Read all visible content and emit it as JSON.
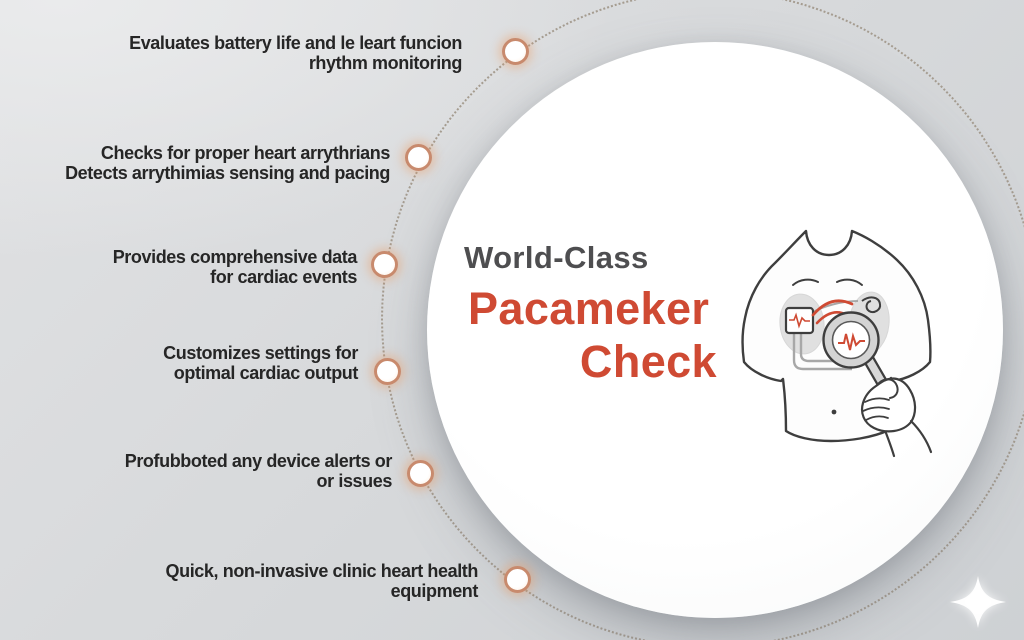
{
  "title": {
    "eyebrow": "World-Class",
    "main_line1": "Pacameker",
    "main_line2": "Check"
  },
  "features": [
    {
      "line1": "Evaluates battery life and le leart funcion",
      "line2": "rhythm monitoring"
    },
    {
      "line1": "Checks for proper heart arrythrians",
      "line2": "Detects arrythimias sensing and pacing"
    },
    {
      "line1": "Provides comprehensive data",
      "line2": "for cardiac  events"
    },
    {
      "line1": "Customizes settings for",
      "line2": "optimal cardiac output"
    },
    {
      "line1": "Profubboted any device alerts or",
      "line2": "or issues"
    },
    {
      "line1": "Quick, non-invasive clinic heart health",
      "line2": "equipment"
    }
  ],
  "icons": {
    "timeline_node": "orange-ring-dot",
    "illustration": "torso-with-pacemaker-and-magnifier",
    "sparkle": "four-point-star"
  },
  "colors": {
    "accent_red": "#cf4a33",
    "title_gray": "#4e4e50",
    "text_dark": "#262626",
    "node_ring": "#c88a6d",
    "dotted_line": "#a59c90",
    "circle_fill": "#ffffff",
    "background": "#d7d9db"
  }
}
